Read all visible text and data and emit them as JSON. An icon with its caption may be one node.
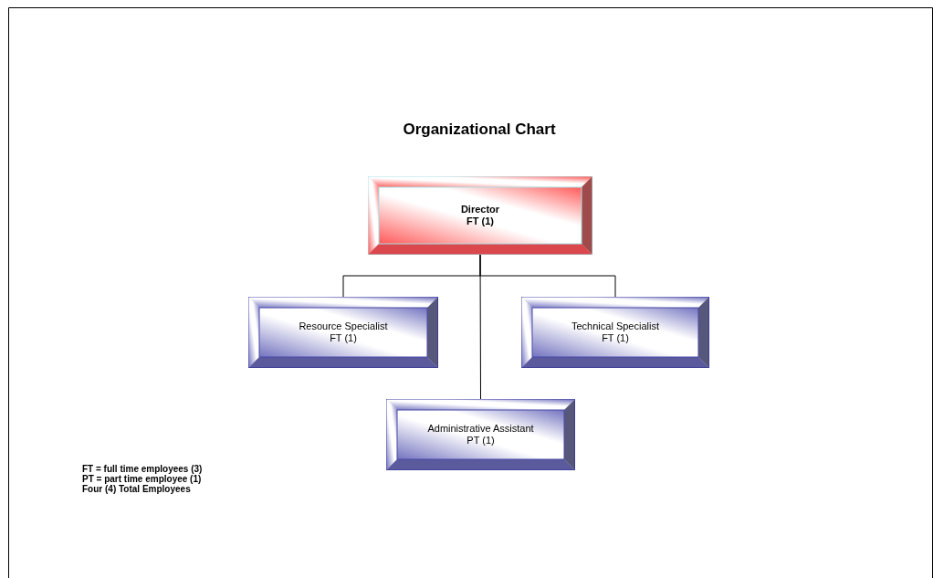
{
  "diagram": {
    "title": "Organizational Chart",
    "nodes": [
      {
        "text": [
          "Director",
          "FT (1)"
        ]
      },
      {
        "text": [
          "Resource Specialist",
          "FT (1)"
        ]
      },
      {
        "text": [
          "Technical Specialist",
          "FT (1)"
        ]
      },
      {
        "text": [
          "Administrative Assistant",
          "PT (1)"
        ]
      }
    ],
    "edges": [
      {
        "from": 0,
        "to": 1,
        "arrow": "none"
      },
      {
        "from": 0,
        "to": 2,
        "arrow": "none"
      },
      {
        "from": 0,
        "to": 3,
        "arrow": "none"
      }
    ],
    "labels": [
      "FT = full time employees (3)",
      "PT = part time employee (1)",
      "Four (4) Total Employees"
    ]
  }
}
